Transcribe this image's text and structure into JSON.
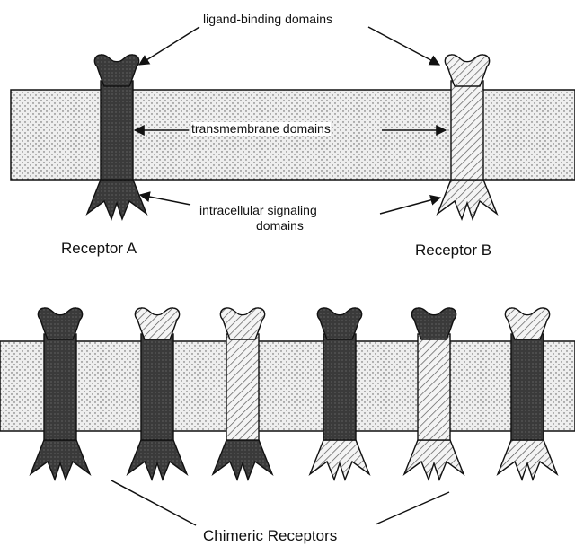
{
  "labels": {
    "ligand_binding": "ligand-binding domains",
    "transmembrane": "transmembrane domains",
    "intracellular_line1": "intracellular signaling",
    "intracellular_line2": "domains",
    "receptor_a": "Receptor A",
    "receptor_b": "Receptor B",
    "chimeric": "Chimeric Receptors"
  },
  "legend_patterns": {
    "receptor_a": "dark-solid",
    "receptor_b": "light-hatched",
    "membrane": "stippled"
  },
  "colors": {
    "dark_domain": "#3a3a3a",
    "hatched_stroke": "#555555",
    "membrane_fill": "#e8e8e8",
    "outline": "#111111"
  },
  "receptors_top": [
    {
      "name": "receptor-a",
      "ligand": "A",
      "transmembrane": "A",
      "intracellular": "A"
    },
    {
      "name": "receptor-b",
      "ligand": "B",
      "transmembrane": "B",
      "intracellular": "B"
    }
  ],
  "chimeric_receptors": [
    {
      "ligand": "A",
      "transmembrane": "A",
      "intracellular": "A"
    },
    {
      "ligand": "B",
      "transmembrane": "A",
      "intracellular": "A"
    },
    {
      "ligand": "B",
      "transmembrane": "B",
      "intracellular": "A"
    },
    {
      "ligand": "A",
      "transmembrane": "A",
      "intracellular": "B"
    },
    {
      "ligand": "A",
      "transmembrane": "B",
      "intracellular": "B"
    },
    {
      "ligand": "B",
      "transmembrane": "A",
      "intracellular": "B"
    }
  ]
}
